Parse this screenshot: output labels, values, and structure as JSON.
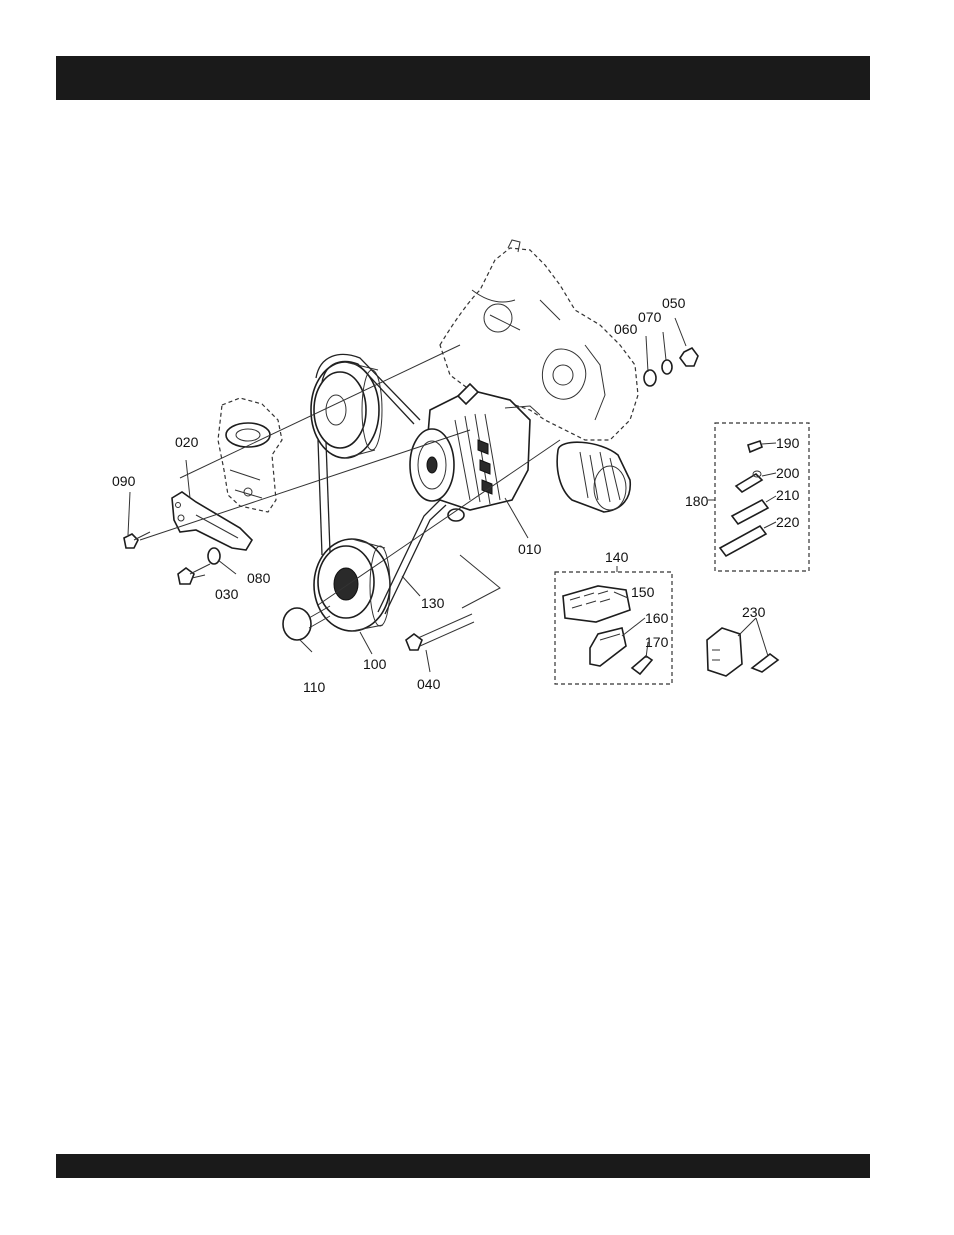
{
  "header": {
    "title": ""
  },
  "footer": {
    "text": ""
  },
  "diagram": {
    "part_labels": {
      "p010": "010",
      "p020": "020",
      "p030": "030",
      "p040": "040",
      "p050": "050",
      "p060": "060",
      "p070": "070",
      "p080": "080",
      "p090": "090",
      "p100": "100",
      "p110": "110",
      "p130": "130",
      "p140": "140",
      "p150": "150",
      "p160": "160",
      "p170": "170",
      "p180": "180",
      "p190": "190",
      "p200": "200",
      "p210": "210",
      "p220": "220",
      "p230": "230"
    }
  }
}
